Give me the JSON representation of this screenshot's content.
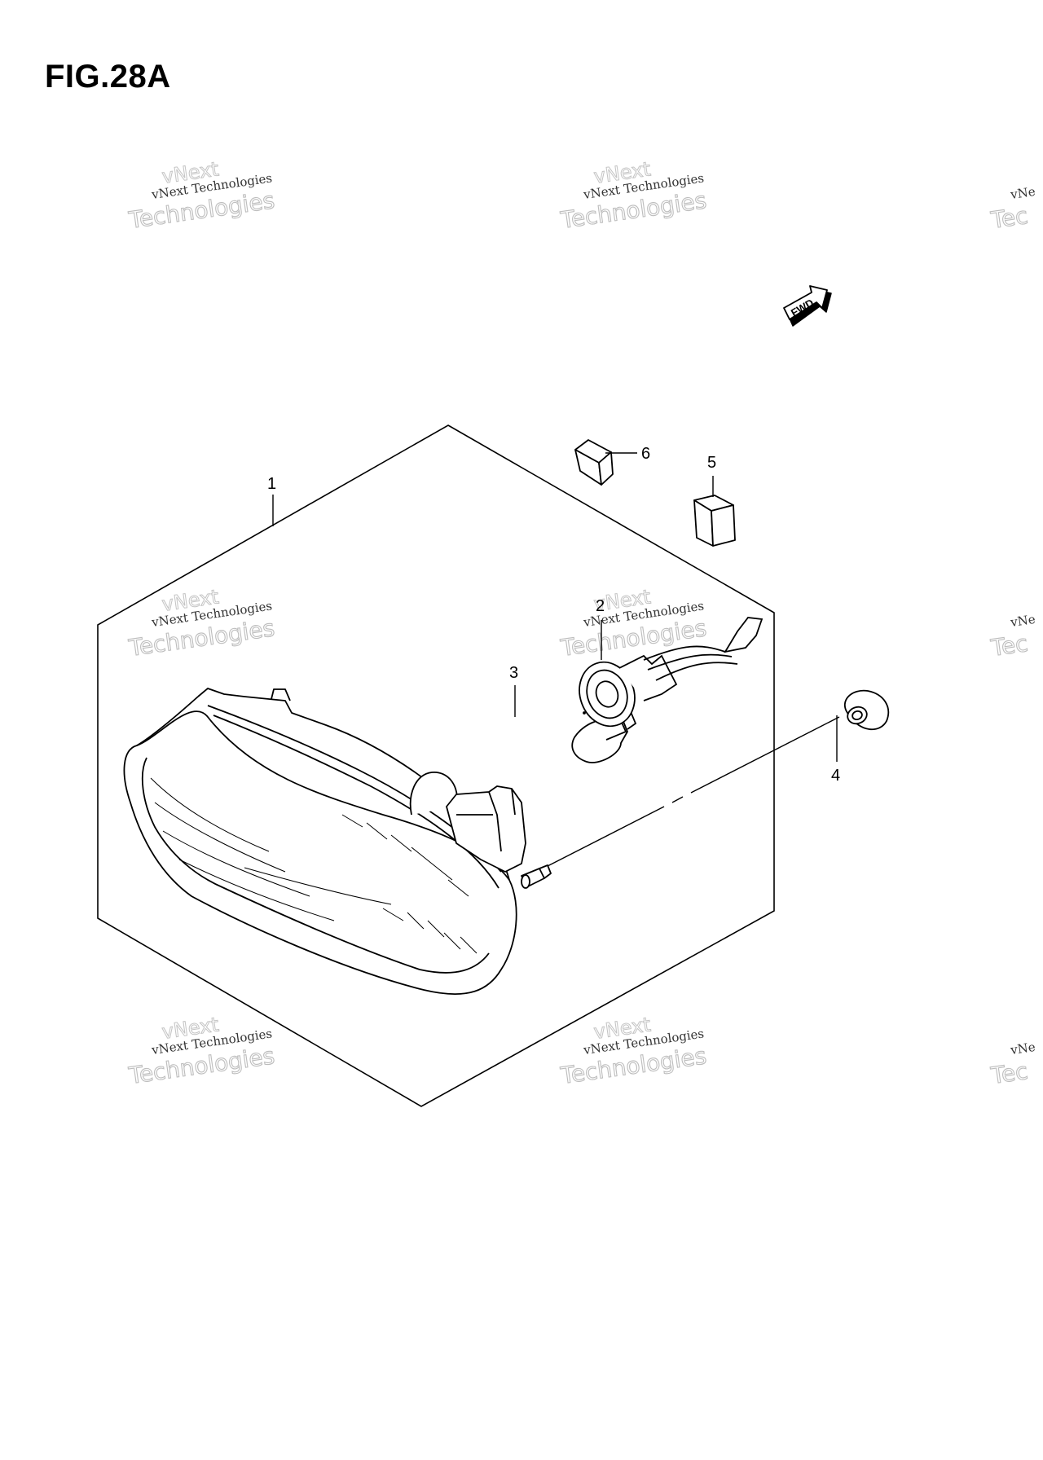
{
  "figure": {
    "title": "FIG.28A"
  },
  "fwd_label": "FWD",
  "callouts": [
    {
      "id": "1",
      "label": "1"
    },
    {
      "id": "2",
      "label": "2"
    },
    {
      "id": "3",
      "label": "3"
    },
    {
      "id": "4",
      "label": "4"
    },
    {
      "id": "5",
      "label": "5"
    },
    {
      "id": "6",
      "label": "6"
    }
  ],
  "watermark": {
    "line1": "vNext",
    "line2": "vNext Technologies",
    "line3": "Technologies",
    "partial_small": "vNe",
    "partial_big": "Tec"
  }
}
